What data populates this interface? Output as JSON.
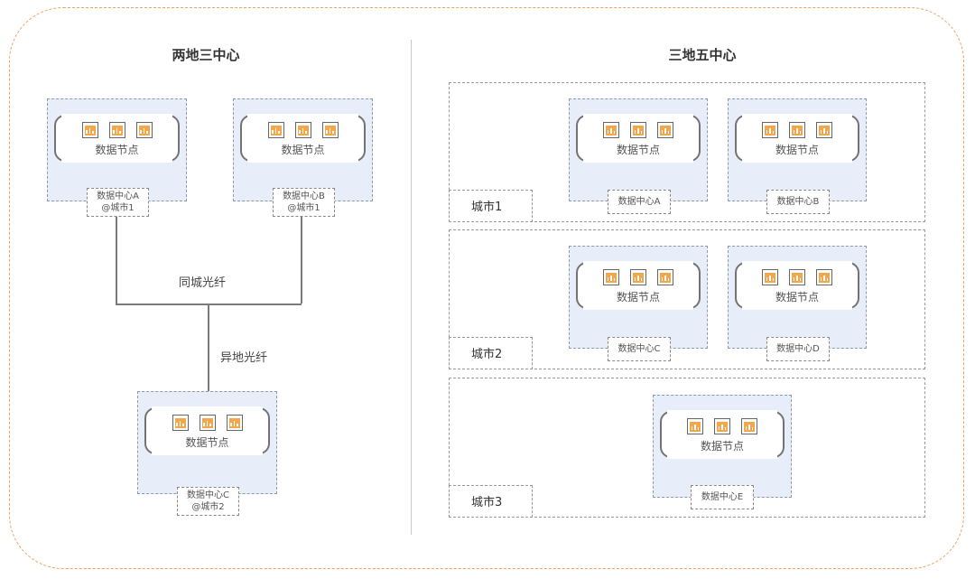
{
  "left": {
    "title": "两地三中心",
    "datacenters": [
      {
        "node_label": "数据节点",
        "tag_line1": "数据中心A",
        "tag_line2": "@城市1"
      },
      {
        "node_label": "数据节点",
        "tag_line1": "数据中心B",
        "tag_line2": "@城市1"
      },
      {
        "node_label": "数据节点",
        "tag_line1": "数据中心C",
        "tag_line2": "@城市2"
      }
    ],
    "links": {
      "same_city": "同城光纤",
      "cross_city": "异地光纤"
    }
  },
  "right": {
    "title": "三地五中心",
    "cities": [
      {
        "label": "城市1",
        "datacenters": [
          {
            "node_label": "数据节点",
            "tag": "数据中心A"
          },
          {
            "node_label": "数据节点",
            "tag": "数据中心B"
          }
        ]
      },
      {
        "label": "城市2",
        "datacenters": [
          {
            "node_label": "数据节点",
            "tag": "数据中心C"
          },
          {
            "node_label": "数据节点",
            "tag": "数据中心D"
          }
        ]
      },
      {
        "label": "城市3",
        "datacenters": [
          {
            "node_label": "数据节点",
            "tag": "数据中心E"
          }
        ]
      }
    ]
  },
  "colors": {
    "frame": "#f0a060",
    "dc_fill": "#e8eef9",
    "icon_core": "#f4a64a"
  },
  "icons": {
    "server": "server-chart-icon"
  }
}
